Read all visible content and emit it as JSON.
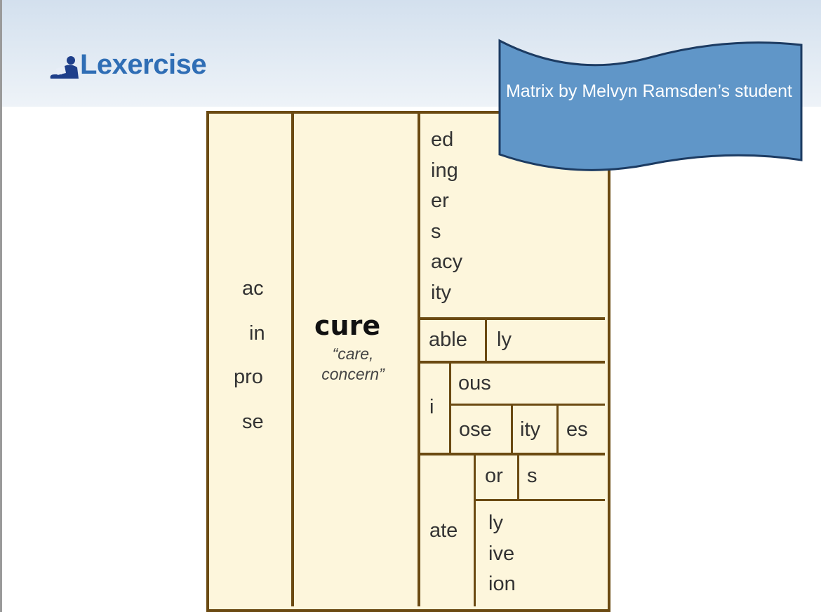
{
  "logo": {
    "text": "Lexercise"
  },
  "banner": {
    "text": "Matrix by Melvyn Ramsden’s student"
  },
  "matrix": {
    "prefixes": [
      "ac",
      "in",
      "pro",
      "se"
    ],
    "base": "cure",
    "gloss": "“care, concern”",
    "suffixes_top": [
      "ed",
      "ing",
      "er",
      "s",
      "acy",
      "ity"
    ],
    "able": "able",
    "able_ly": "ly",
    "i": "i",
    "ous": "ous",
    "ose": "ose",
    "ity": "ity",
    "es": "es",
    "ate": "ate",
    "or": "or",
    "s": "s",
    "ate_suffixes": [
      "ly",
      "ive",
      "ion"
    ]
  }
}
